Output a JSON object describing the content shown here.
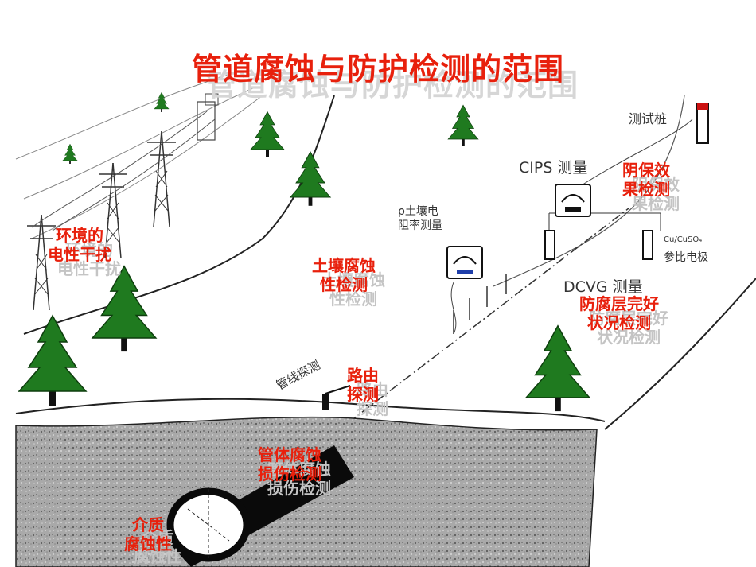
{
  "title": "管道腐蚀与防护检测的范围",
  "labels": {
    "environment": [
      "环境的",
      "电性干扰"
    ],
    "soil_corrosivity": [
      "土壤腐蚀",
      "性检测"
    ],
    "route_detection": [
      "路由",
      "探测"
    ],
    "pipe_body": [
      "管体腐蚀",
      "损伤检测"
    ],
    "medium": [
      "介质",
      "腐蚀性"
    ],
    "cathodic": [
      "阴保效",
      "果检测"
    ],
    "coating": [
      "防腐层完好",
      "状况检测"
    ]
  },
  "sketch_text": {
    "test_post": "测试桩",
    "cips": "CIPS 测量",
    "soil_resistivity": [
      "ρ土壤电",
      "阻率测量"
    ],
    "cu_cuso4": "Cu/CuSO₄",
    "reference_electrode": "参比电极",
    "dcvg": "DCVG 测量",
    "pipeline_probe": "管线探测"
  },
  "colors": {
    "label_red": "#e8200c",
    "shadow_gray": "#c4c4c4",
    "tree_green": "#1f7a1f",
    "soil_gray": "#a9a9a9"
  },
  "icons": [
    "pine-tree-icon",
    "power-pylon-icon",
    "pipe-icon",
    "test-post-icon",
    "electrode-icon",
    "cips-meter-icon"
  ]
}
